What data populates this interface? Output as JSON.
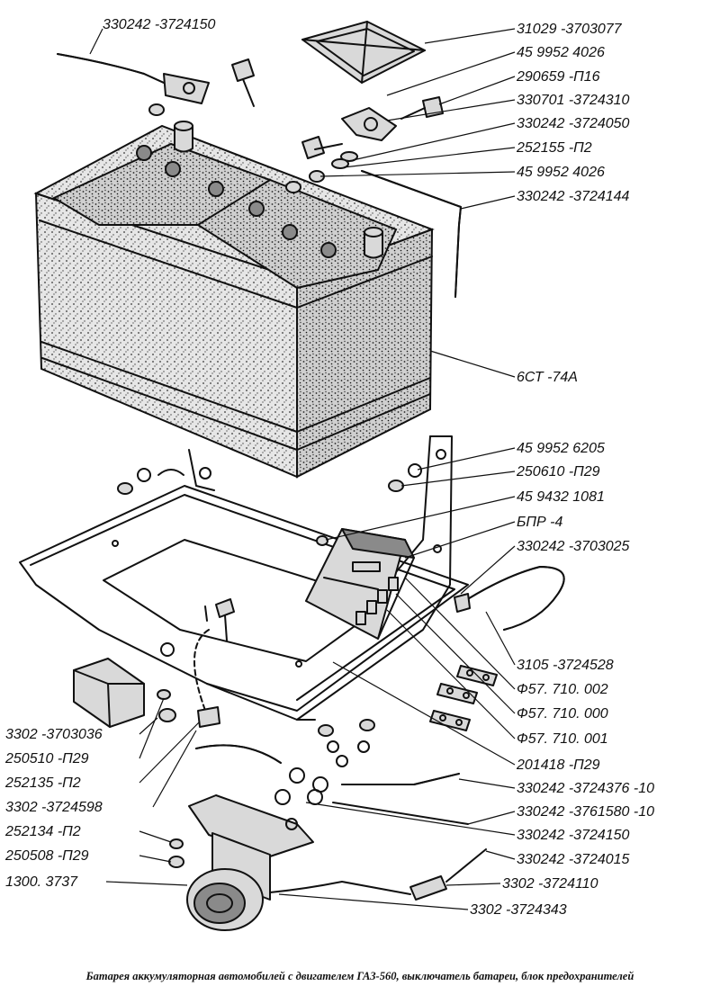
{
  "caption": "Батарея аккумуляторная автомобилей с двигателем ГАЗ-560, выключатель батареи, блок предохранителей",
  "labels": {
    "l01": "330242 -3724150",
    "l02": "31029 -3703077",
    "l03": "45 9952 4026",
    "l04": "290659 -П16",
    "l05": "330701 -3724310",
    "l06": "330242 -3724050",
    "l07": "252155 -П2",
    "l08": "45 9952 4026",
    "l09": "330242 -3724144",
    "l10": "6СТ -74А",
    "l11": "45 9952 6205",
    "l12": "250610 -П29",
    "l13": "45 9432 1081",
    "l14": "БПР -4",
    "l15": "330242 -3703025",
    "l16": "3105 -3724528",
    "l17": "Ф57. 710. 002",
    "l18": "Ф57. 710. 000",
    "l19": "Ф57. 710. 001",
    "l20": "201418 -П29",
    "l21": "330242 -3724376 -10",
    "l22": "330242 -3761580 -10",
    "l23": "330242 -3724150",
    "l24": "330242 -3724015",
    "l25": "3302 -3724110",
    "l26": "3302 -3724343",
    "l27": "3302 -3703036",
    "l28": "250510 -П29",
    "l29": "252135 -П2",
    "l30": "3302 -3724598",
    "l31": "252134 -П2",
    "l32": "250508 -П29",
    "l33": "1300. 3737"
  }
}
